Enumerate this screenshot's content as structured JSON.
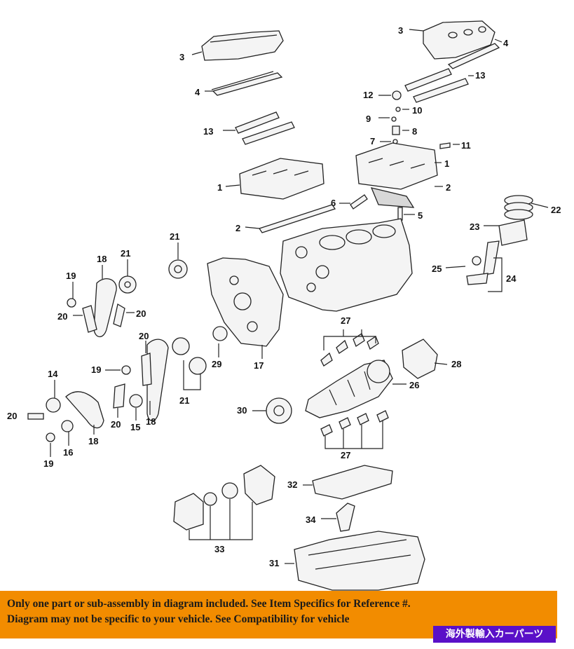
{
  "callouts": [
    "1",
    "2",
    "3",
    "4",
    "5",
    "6",
    "7",
    "8",
    "9",
    "10",
    "11",
    "12",
    "13",
    "14",
    "15",
    "16",
    "17",
    "18",
    "19",
    "20",
    "21",
    "22",
    "23",
    "24",
    "25",
    "26",
    "27",
    "28",
    "29",
    "30",
    "31",
    "32",
    "33",
    "34"
  ],
  "banner": {
    "line1": "Only one part or sub-assembly in diagram included. See Item Specifics for Reference #.",
    "line2": "Diagram may not be specific to your vehicle. See Compatibility for vehicle"
  },
  "shop_badge": "海外製輸入カーパーツ",
  "colors": {
    "banner": "#f28c00",
    "badge": "#5a10c8",
    "line": "#222222"
  }
}
